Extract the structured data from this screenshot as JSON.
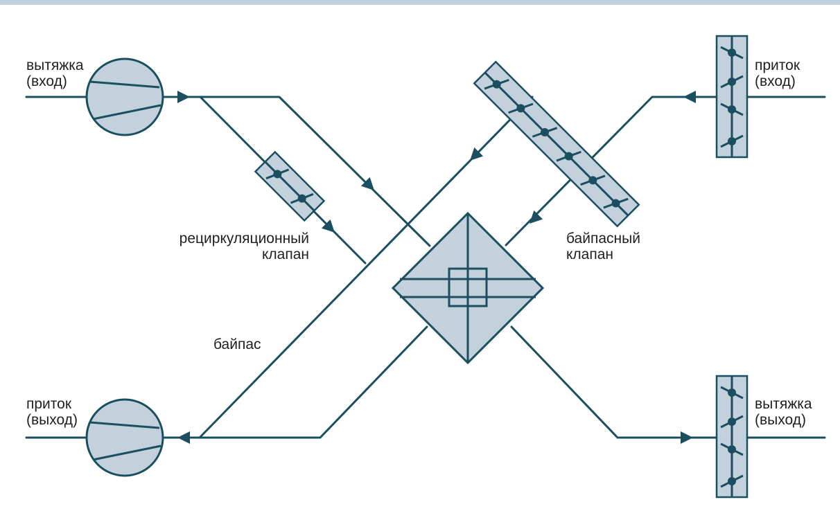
{
  "labels": {
    "exhaust_in": [
      "вытяжка",
      "(вход)"
    ],
    "supply_in": [
      "приток",
      "(вход)"
    ],
    "recirc_valve": [
      "рециркуляционный",
      "клапан"
    ],
    "bypass_valve": [
      "байпасный",
      "клапан"
    ],
    "bypass": "байпас",
    "supply_out": [
      "приток",
      "(выход)"
    ],
    "exhaust_out": [
      "вытяжка",
      "(выход)"
    ]
  },
  "colors": {
    "line": "#1b4e5e",
    "fill": "#c2d1dc",
    "band": "#c2d1dc",
    "text": "#1f1f1f"
  },
  "icons": {
    "fan": "circle-fan-icon",
    "damper": "louver-damper-icon",
    "heat_exchanger": "cross-flow-plate-exchanger-icon",
    "flow": "arrowhead-icon"
  }
}
